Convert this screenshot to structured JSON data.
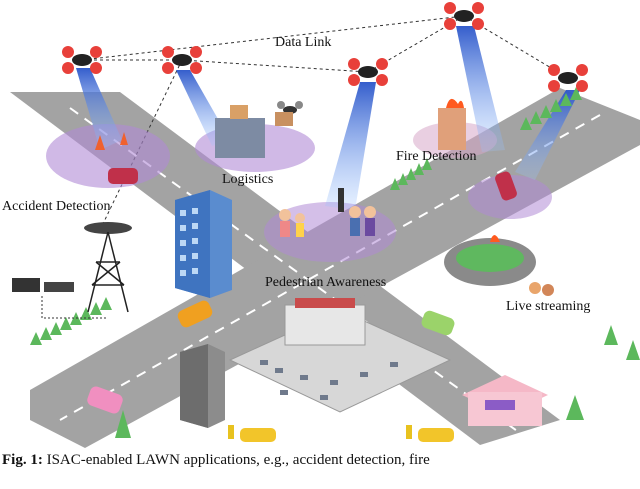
{
  "labels": {
    "data_link": "Data Link",
    "accident_detection": "Accident Detection",
    "logistics": "Logistics",
    "fire_detection": "Fire Detection",
    "pedestrian_awareness": "Pedestrian Awareness",
    "live_streaming": "Live streaming"
  },
  "caption": {
    "fig_label": "Fig. 1:",
    "text": "ISAC-enabled LAWN applications, e.g., accident detection, fire"
  },
  "colors": {
    "road": "#9e9e9e",
    "road_marking": "#ffffff",
    "drone_body": "#222222",
    "drone_rotor": "#e8403a",
    "beam": "#3f6fd8",
    "coverage_zone": "#a07cc8",
    "tree": "#4caf50"
  },
  "icons": [
    "drone-icon",
    "base-station-tower-icon",
    "building-icon",
    "car-icon",
    "tree-icon",
    "fire-icon",
    "stadium-icon",
    "parking-lot-icon",
    "shop-icon",
    "server-icon"
  ]
}
